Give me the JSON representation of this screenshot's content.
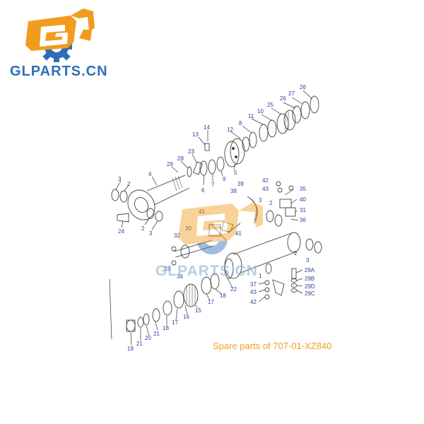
{
  "brand": {
    "logo_text": "GLPARTS.CN",
    "watermark_text": "GLPARTS.CN",
    "logo_icon": "excavator-gear-logo-icon",
    "colors": {
      "orange": "#f29c1f",
      "blue": "#2d6fb7",
      "label": "#2b3f9e",
      "caption": "#f0a020"
    }
  },
  "caption": "Spare parts of 707-01-XZ840",
  "labels": {
    "n26": "26",
    "n27": "27",
    "n26b": "26",
    "n25": "25",
    "n10": "10",
    "n11": "11",
    "n8": "8",
    "n12": "12",
    "n14": "14",
    "n13": "13",
    "n23": "23",
    "n28": "28",
    "n29": "29",
    "n4": "4",
    "n3a": "3",
    "n2a": "2",
    "n5": "5",
    "n9": "9",
    "n7": "7",
    "n6": "6",
    "n24": "24",
    "n2b": "2",
    "n3b": "3",
    "n42a": "42",
    "n43a": "43",
    "n35": "35",
    "n38": "38",
    "n39": "39",
    "n40": "40",
    "n31": "31",
    "n36": "36",
    "n3c": "3",
    "n2c": "2",
    "n1": "1",
    "n41a": "41",
    "n41b": "41",
    "n30": "30",
    "n32": "32",
    "n33": "33",
    "n34": "34",
    "n2d": "2",
    "n3d": "3",
    "n29a": "29A",
    "n29b": "29B",
    "n29d": "29D",
    "n29c": "29C",
    "n37": "37",
    "n43b": "43",
    "n42b": "42",
    "n22": "22",
    "n18a": "18",
    "n17a": "17",
    "n15": "15",
    "n16": "16",
    "n17b": "17",
    "n18b": "18",
    "n21a": "21",
    "n20": "20",
    "n21b": "21",
    "n19": "19"
  }
}
